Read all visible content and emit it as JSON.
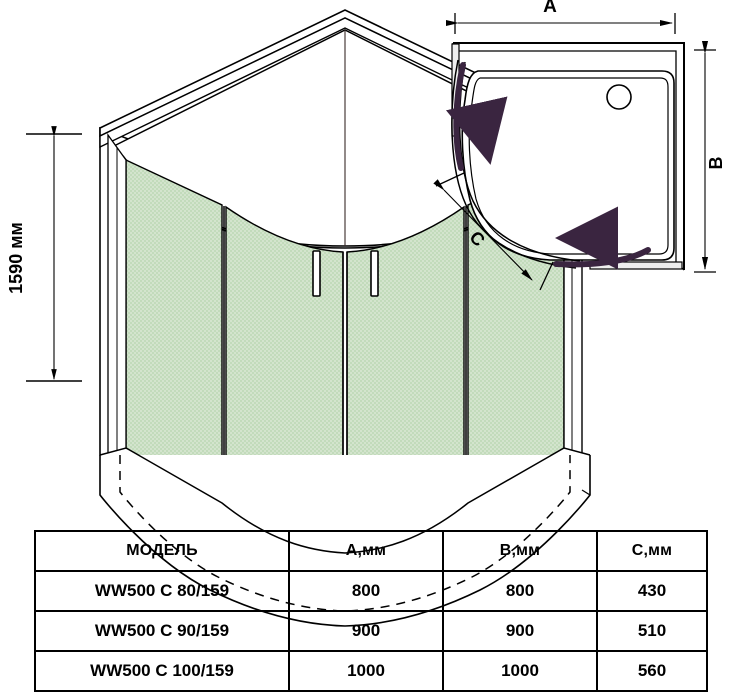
{
  "drawing": {
    "title_alt": "Shower enclosure technical drawing",
    "iso_view": {
      "name": "isometric-view",
      "height_dimension_label": "1590 мм",
      "glass_color": "#cfe2c9",
      "outline_color": "#000000",
      "panel_count": 4,
      "handle_count": 2
    },
    "plan_view": {
      "name": "plan-view",
      "dimension_a_label": "A",
      "dimension_b_label": "B",
      "dimension_c_label": "C",
      "arrow_color": "#3a2540",
      "drain_hole": true,
      "slide_arrows": 3
    }
  },
  "table": {
    "headers": [
      "МОДЕЛЬ",
      "A,мм",
      "B,мм",
      "C,мм"
    ],
    "rows": [
      {
        "model": "WW500 C 80/159",
        "a": "800",
        "b": "800",
        "c": "430"
      },
      {
        "model": "WW500 C 90/159",
        "a": "900",
        "b": "900",
        "c": "510"
      },
      {
        "model": "WW500 C 100/159",
        "a": "1000",
        "b": "1000",
        "c": "560"
      }
    ]
  },
  "chart_data": {
    "type": "table",
    "title": "",
    "categories": [
      "WW500 C 80/159",
      "WW500 C 90/159",
      "WW500 C 100/159"
    ],
    "series": [
      {
        "name": "A,мм",
        "values": [
          800,
          900,
          1000
        ]
      },
      {
        "name": "B,мм",
        "values": [
          800,
          900,
          1000
        ]
      },
      {
        "name": "C,мм",
        "values": [
          430,
          510,
          560
        ]
      }
    ],
    "annotations": [
      "1590 мм",
      "A",
      "B",
      "C"
    ],
    "xlabel": "МОДЕЛЬ",
    "ylabel": ""
  }
}
